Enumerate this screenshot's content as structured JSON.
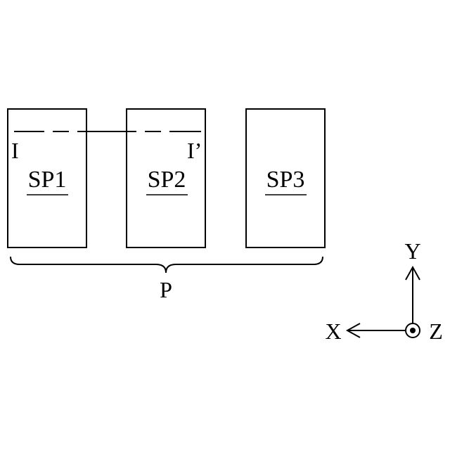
{
  "colors": {
    "ink": "#000000",
    "background": "#ffffff"
  },
  "subpixels": [
    {
      "label": "SP1"
    },
    {
      "label": "SP2"
    },
    {
      "label": "SP3"
    }
  ],
  "section_line": {
    "start_label": "I",
    "end_label": "I’"
  },
  "pixel_group": {
    "label": "P"
  },
  "axes": {
    "y_label": "Y",
    "x_label": "X",
    "z_label": "Z",
    "z_symbol": "dot-in-circle-icon"
  }
}
